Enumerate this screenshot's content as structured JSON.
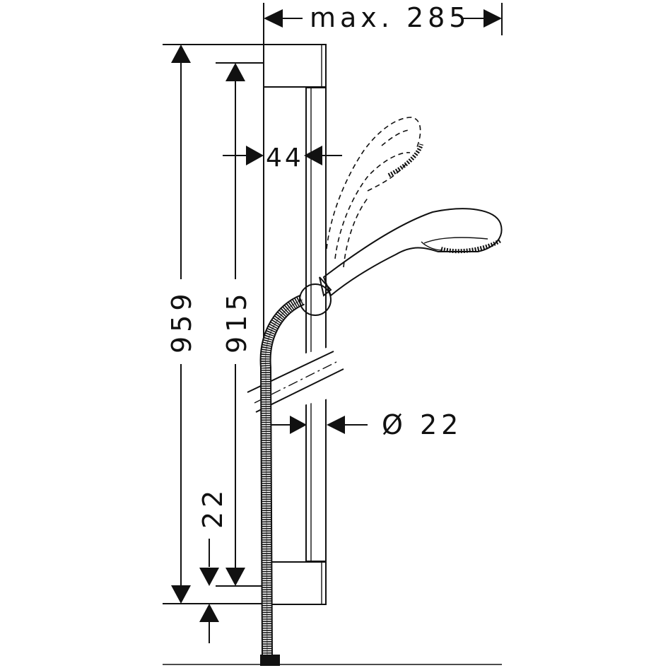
{
  "dimensions": {
    "max_width": "max. 285",
    "total_height": "959",
    "rail_length": "915",
    "wall_offset": "44",
    "rail_diameter": "Ø 22",
    "bottom_offset": "22"
  }
}
